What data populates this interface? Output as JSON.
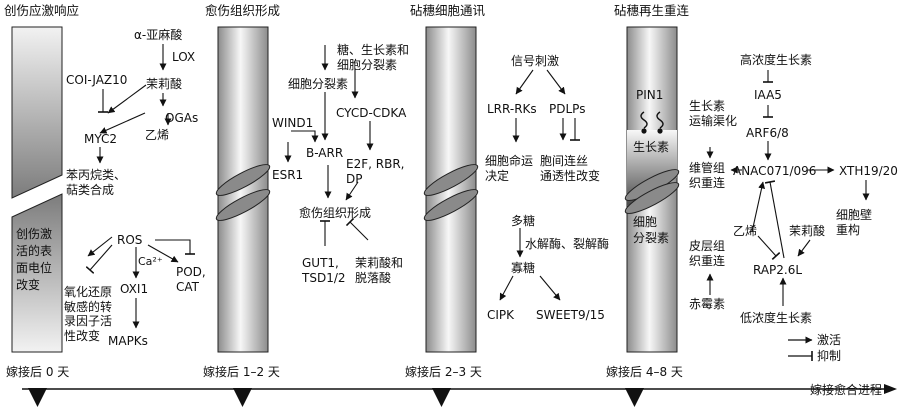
{
  "stages": {
    "s1": "创伤应激响应",
    "s2": "愈伤组织形成",
    "s3": "砧穗细胞通讯",
    "s4": "砧穗再生重连"
  },
  "timeline": {
    "t1": "嫁接后 0 天",
    "t2": "嫁接后 1–2 天",
    "t3": "嫁接后 2–3 天",
    "t4": "嫁接后 4–8 天",
    "progress": "嫁接愈合进程"
  },
  "panel1": {
    "linolenic": "α-亚麻酸",
    "lox": "LOX",
    "coi": "COI-JAZ10",
    "ja": "茉莉酸",
    "ogas": "OGAs",
    "myc2": "MYC2",
    "ethylene": "乙烯",
    "phenyl": "苯丙烷类、\n萜类合成",
    "wound_potential": "创伤激\n活的表\n面电位\n改变",
    "ros": "ROS",
    "ca": "Ca²⁺",
    "pod": "POD,\nCAT",
    "oxi1": "OXI1",
    "redox_tf": "氧化还原\n敏感的转\n录因子活\n性改变",
    "mapks": "MAPKs"
  },
  "panel2": {
    "signals": "糖、生长素和\n细胞分裂素",
    "cytokinin": "细胞分裂素",
    "cycd": "CYCD-CDKA",
    "wind1": "WIND1",
    "barr": "B-ARR",
    "esr1": "ESR1",
    "e2f": "E2F, RBR,\nDP",
    "callus": "愈伤组织形成",
    "gut": "GUT1,\nTSD1/2",
    "ja_aba": "茉莉酸和\n脱落酸"
  },
  "panel3": {
    "signal": "信号刺激",
    "lrr": "LRR-RKs",
    "pdlps": "PDLPs",
    "fate": "细胞命运\n决定",
    "pd": "胞间连丝\n通透性改变",
    "poly": "多糖",
    "hydro": "水解酶、裂解酶",
    "oligo": "寡糖",
    "cipk": "CIPK",
    "sweet": "SWEET9/15"
  },
  "panel4": {
    "pin1": "PIN1",
    "auxin": "生长素",
    "auxin_transport": "生长素\n运输渠化",
    "cytokinin": "细胞\n分裂素",
    "vascular": "维管组\n织重连",
    "cortex": "皮层组\n织重连",
    "ga": "赤霉素",
    "high_auxin": "高浓度生长素",
    "iaa5": "IAA5",
    "arf": "ARF6/8",
    "anac": "ANAC071/096",
    "xth": "XTH19/20",
    "wall": "细胞壁\n重构",
    "ethylene": "乙烯",
    "ja": "茉莉酸",
    "rap": "RAP2.6L",
    "low_auxin": "低浓度生长素"
  },
  "legend": {
    "activate": "激活",
    "inhibit": "抑制"
  }
}
